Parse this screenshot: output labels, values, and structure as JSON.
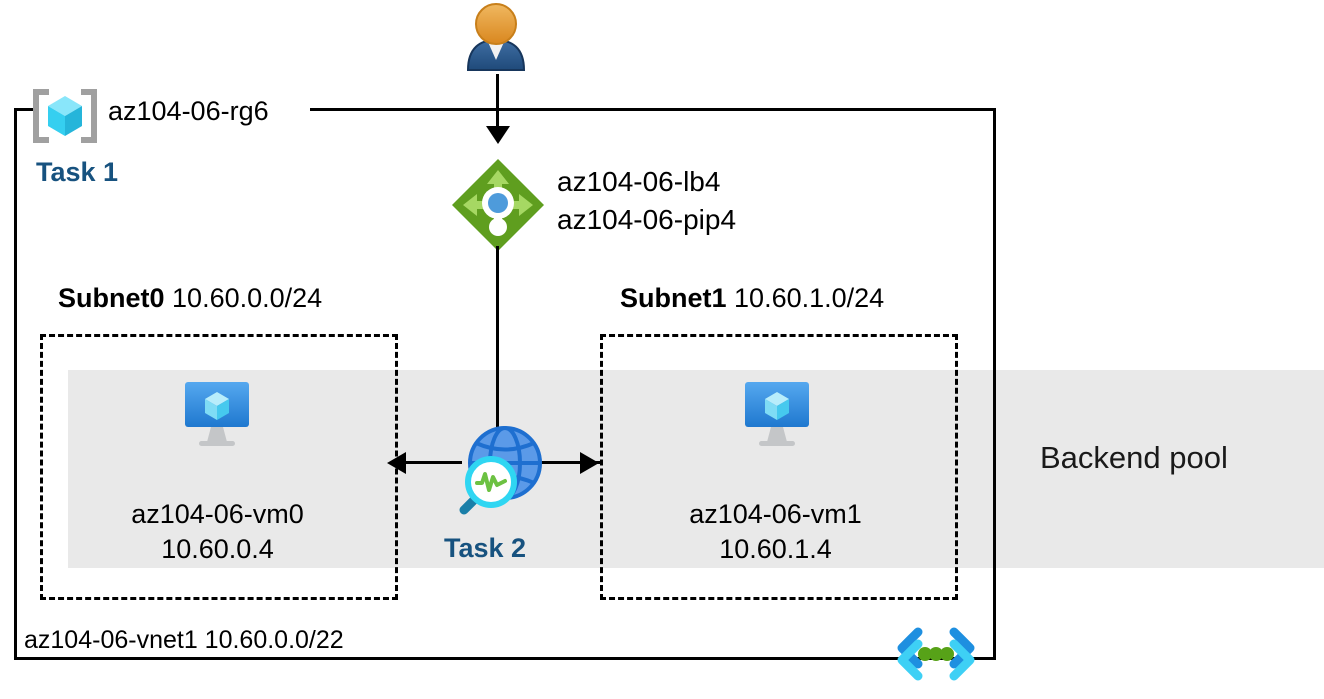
{
  "diagram": {
    "title": "Azure AZ-104 Lab 06 network architecture",
    "colors": {
      "task_label": "#17527f",
      "backend_band": "#e9e9e9",
      "lb_green": "#6aad23",
      "vm_blue": "#2a8ce4",
      "vnet_cyan": "#31c6f2",
      "user_orange": "#e8a33d"
    }
  },
  "resource_group": {
    "icon": "resource-group-cube-icon",
    "name": "az104-06-rg6",
    "task_label": "Task 1"
  },
  "internet_user": {
    "icon": "user-icon"
  },
  "load_balancer": {
    "icon": "load-balancer-icon",
    "lines": [
      "az104-06-lb4",
      "az104-06-pip4"
    ],
    "lb_name": "az104-06-lb4",
    "pip_name": "az104-06-pip4"
  },
  "network_watcher": {
    "icon": "network-watcher-globe-icon",
    "task_label": "Task 2"
  },
  "virtual_network": {
    "icon": "virtual-network-icon",
    "name": "az104-06-vnet1",
    "address_space": "10.60.0.0/22",
    "label": "az104-06-vnet1 10.60.0.0/22"
  },
  "backend_pool": {
    "label": "Backend pool"
  },
  "subnets": [
    {
      "name": "Subnet0",
      "cidr": "10.60.0.0/24",
      "vm": {
        "icon": "virtual-machine-icon",
        "name": "az104-06-vm0",
        "ip": "10.60.0.4"
      }
    },
    {
      "name": "Subnet1",
      "cidr": "10.60.1.0/24",
      "vm": {
        "icon": "virtual-machine-icon",
        "name": "az104-06-vm1",
        "ip": "10.60.1.4"
      }
    }
  ]
}
